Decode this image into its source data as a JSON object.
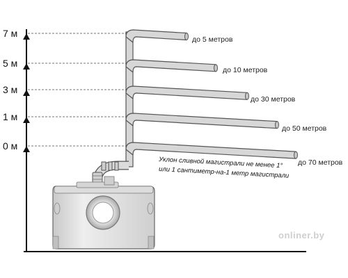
{
  "levels": [
    {
      "height": "7 м",
      "distance": "до 5 метров"
    },
    {
      "height": "5 м",
      "distance": "до 10 метров"
    },
    {
      "height": "3 м",
      "distance": "до 30 метров"
    },
    {
      "height": "1 м",
      "distance": "до 50 метров"
    },
    {
      "height": "0 м",
      "distance": "до 70 метров"
    }
  ],
  "note": {
    "line1": "Уклон сливной магистрали не менее 1°",
    "line2": "или 1 сантиметр-на-1 метр магистрали"
  },
  "watermark": "onliner.by",
  "colors": {
    "pipe_fill": "#d7d7d7",
    "pipe_stroke": "#555555",
    "line": "#111111",
    "dash": "#777777",
    "pump_body": "#e4e4e4"
  }
}
